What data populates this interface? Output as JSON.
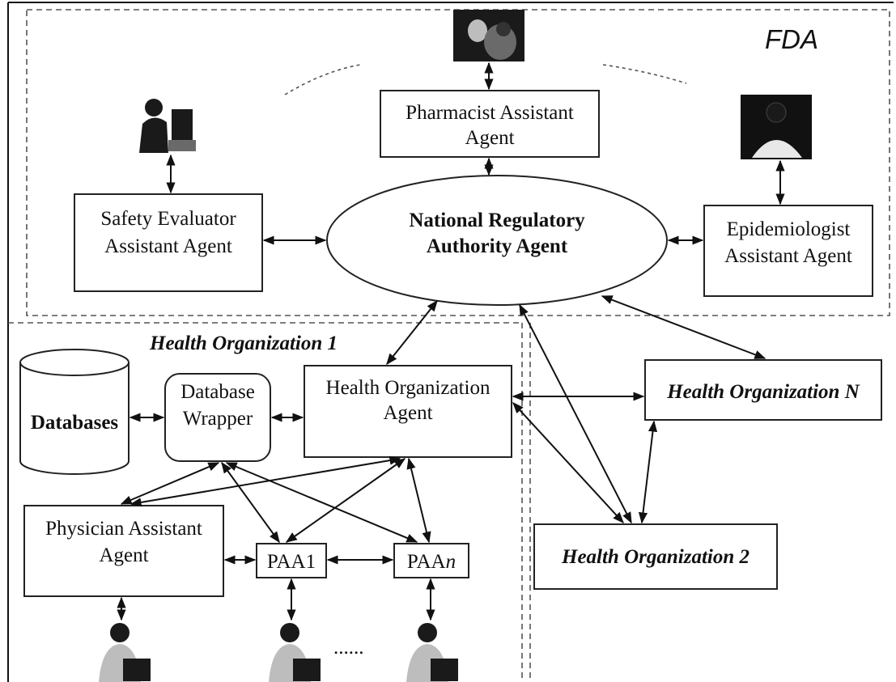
{
  "regions": {
    "fda": "FDA",
    "health_org_1": "Health Organization 1"
  },
  "agents": {
    "pharmacist": [
      "Pharmacist Assistant",
      "Agent"
    ],
    "safety": [
      "Safety Evaluator",
      "Assistant Agent"
    ],
    "nra": [
      "National Regulatory",
      "Authority Agent"
    ],
    "epidemiologist": [
      "Epidemiologist",
      "Assistant Agent"
    ],
    "database_wrapper": [
      "Database",
      "Wrapper"
    ],
    "databases": "Databases",
    "health_org_agent": [
      "Health Organization",
      "Agent"
    ],
    "health_org_n": "Health Organization N",
    "health_org_2": "Health Organization 2",
    "physician": [
      "Physician Assistant",
      "Agent"
    ],
    "paa1": "PAA1",
    "paan_base": "PAA",
    "paan_sub": "n"
  },
  "ellipsis": "......"
}
